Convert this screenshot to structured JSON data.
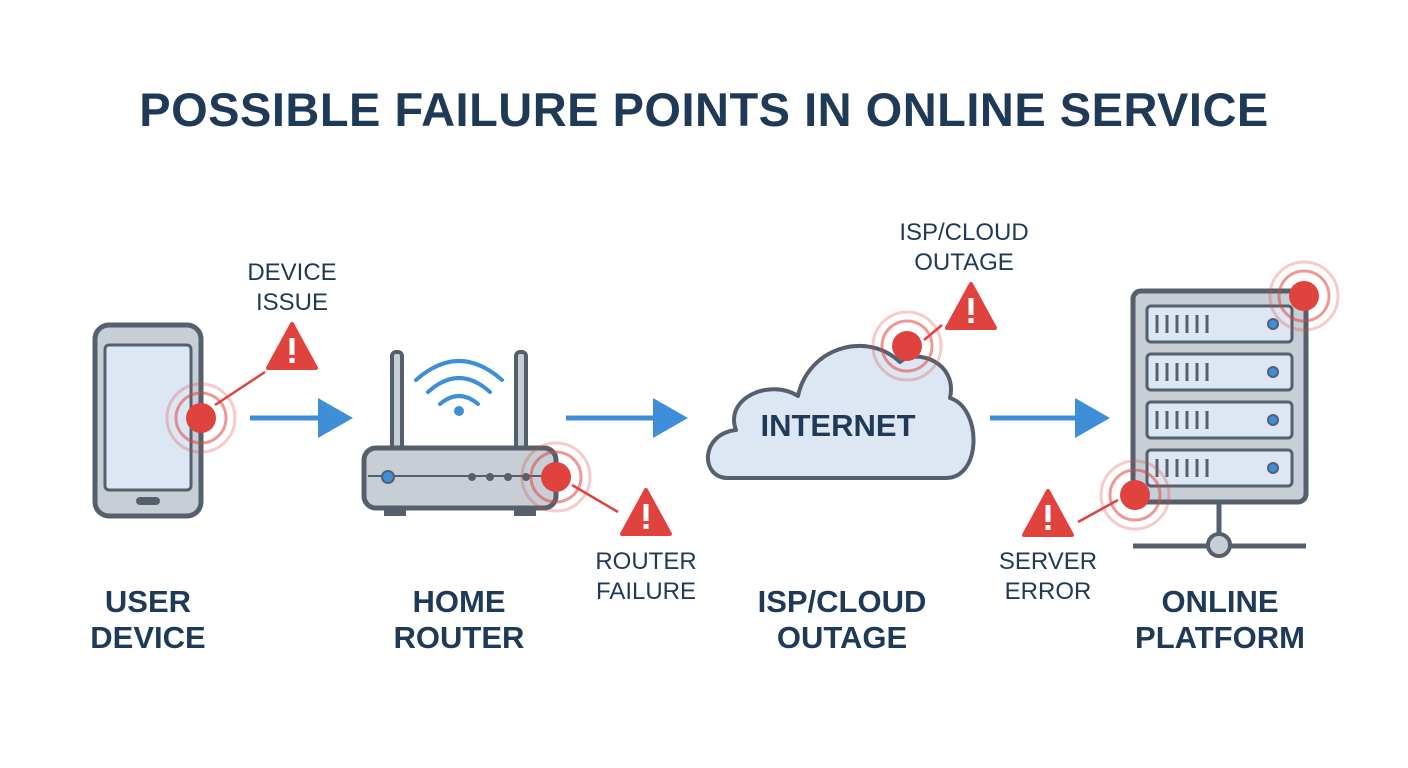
{
  "title": "POSSIBLE FAILURE POINTS IN ONLINE SERVICE",
  "cloud_label": "INTERNET",
  "components": [
    {
      "line1": "USER",
      "line2": "DEVICE"
    },
    {
      "line1": "HOME",
      "line2": "ROUTER"
    },
    {
      "line1": "ISP/CLOUD",
      "line2": "OUTAGE"
    },
    {
      "line1": "ONLINE",
      "line2": "PLATFORM"
    }
  ],
  "alerts": {
    "device": {
      "line1": "DEVICE",
      "line2": "ISSUE"
    },
    "cloud": {
      "line1": "ISP/CLOUD",
      "line2": "OUTAGE"
    },
    "router": {
      "line1": "ROUTER",
      "line2": "FAILURE"
    },
    "server": {
      "line1": "SERVER",
      "line2": "ERROR"
    }
  },
  "colors": {
    "text": "#1f3a57",
    "outline": "#55606c",
    "screen": "#dce7f3",
    "arrow": "#3f8fd8",
    "alert_red": "#e0433e",
    "device_fill": "#c8ced6"
  }
}
